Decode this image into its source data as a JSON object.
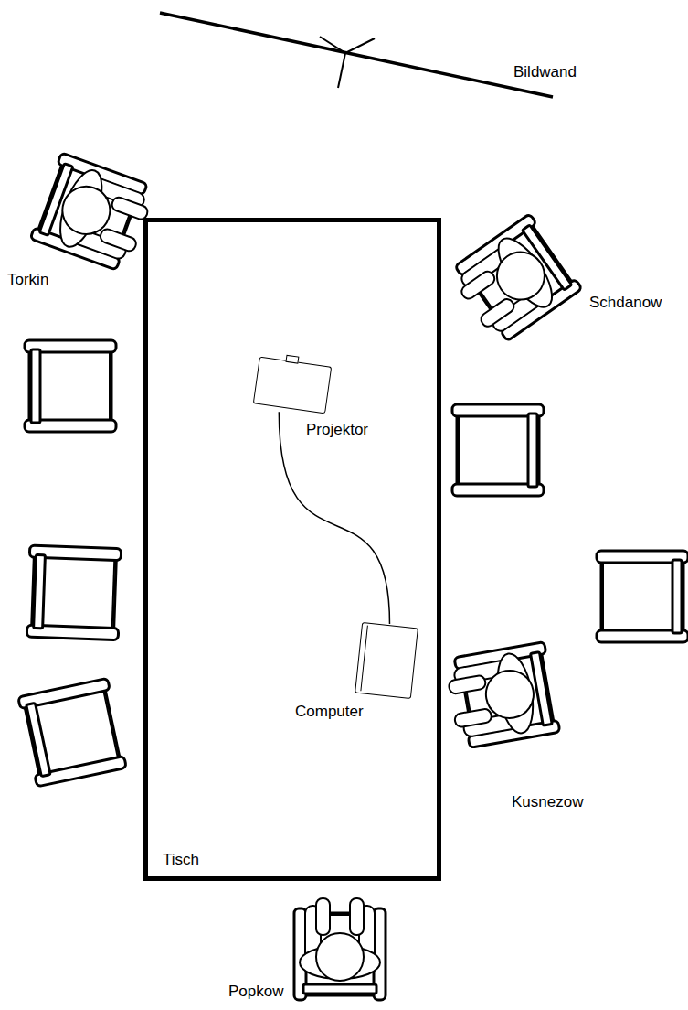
{
  "diagram": {
    "nodes": [
      {
        "text": [
          "Tisch"
        ]
      },
      {
        "text": [
          "Projektor"
        ],
        "in": 0
      },
      {
        "text": [
          "Computer"
        ],
        "in": 0
      }
    ],
    "edges": [
      {
        "from": 1,
        "to": 2,
        "arrow": "none"
      }
    ],
    "labels": [
      "Bildwand",
      "Torkin",
      "Schdanow",
      "Kusnezow",
      "Popkow"
    ]
  }
}
